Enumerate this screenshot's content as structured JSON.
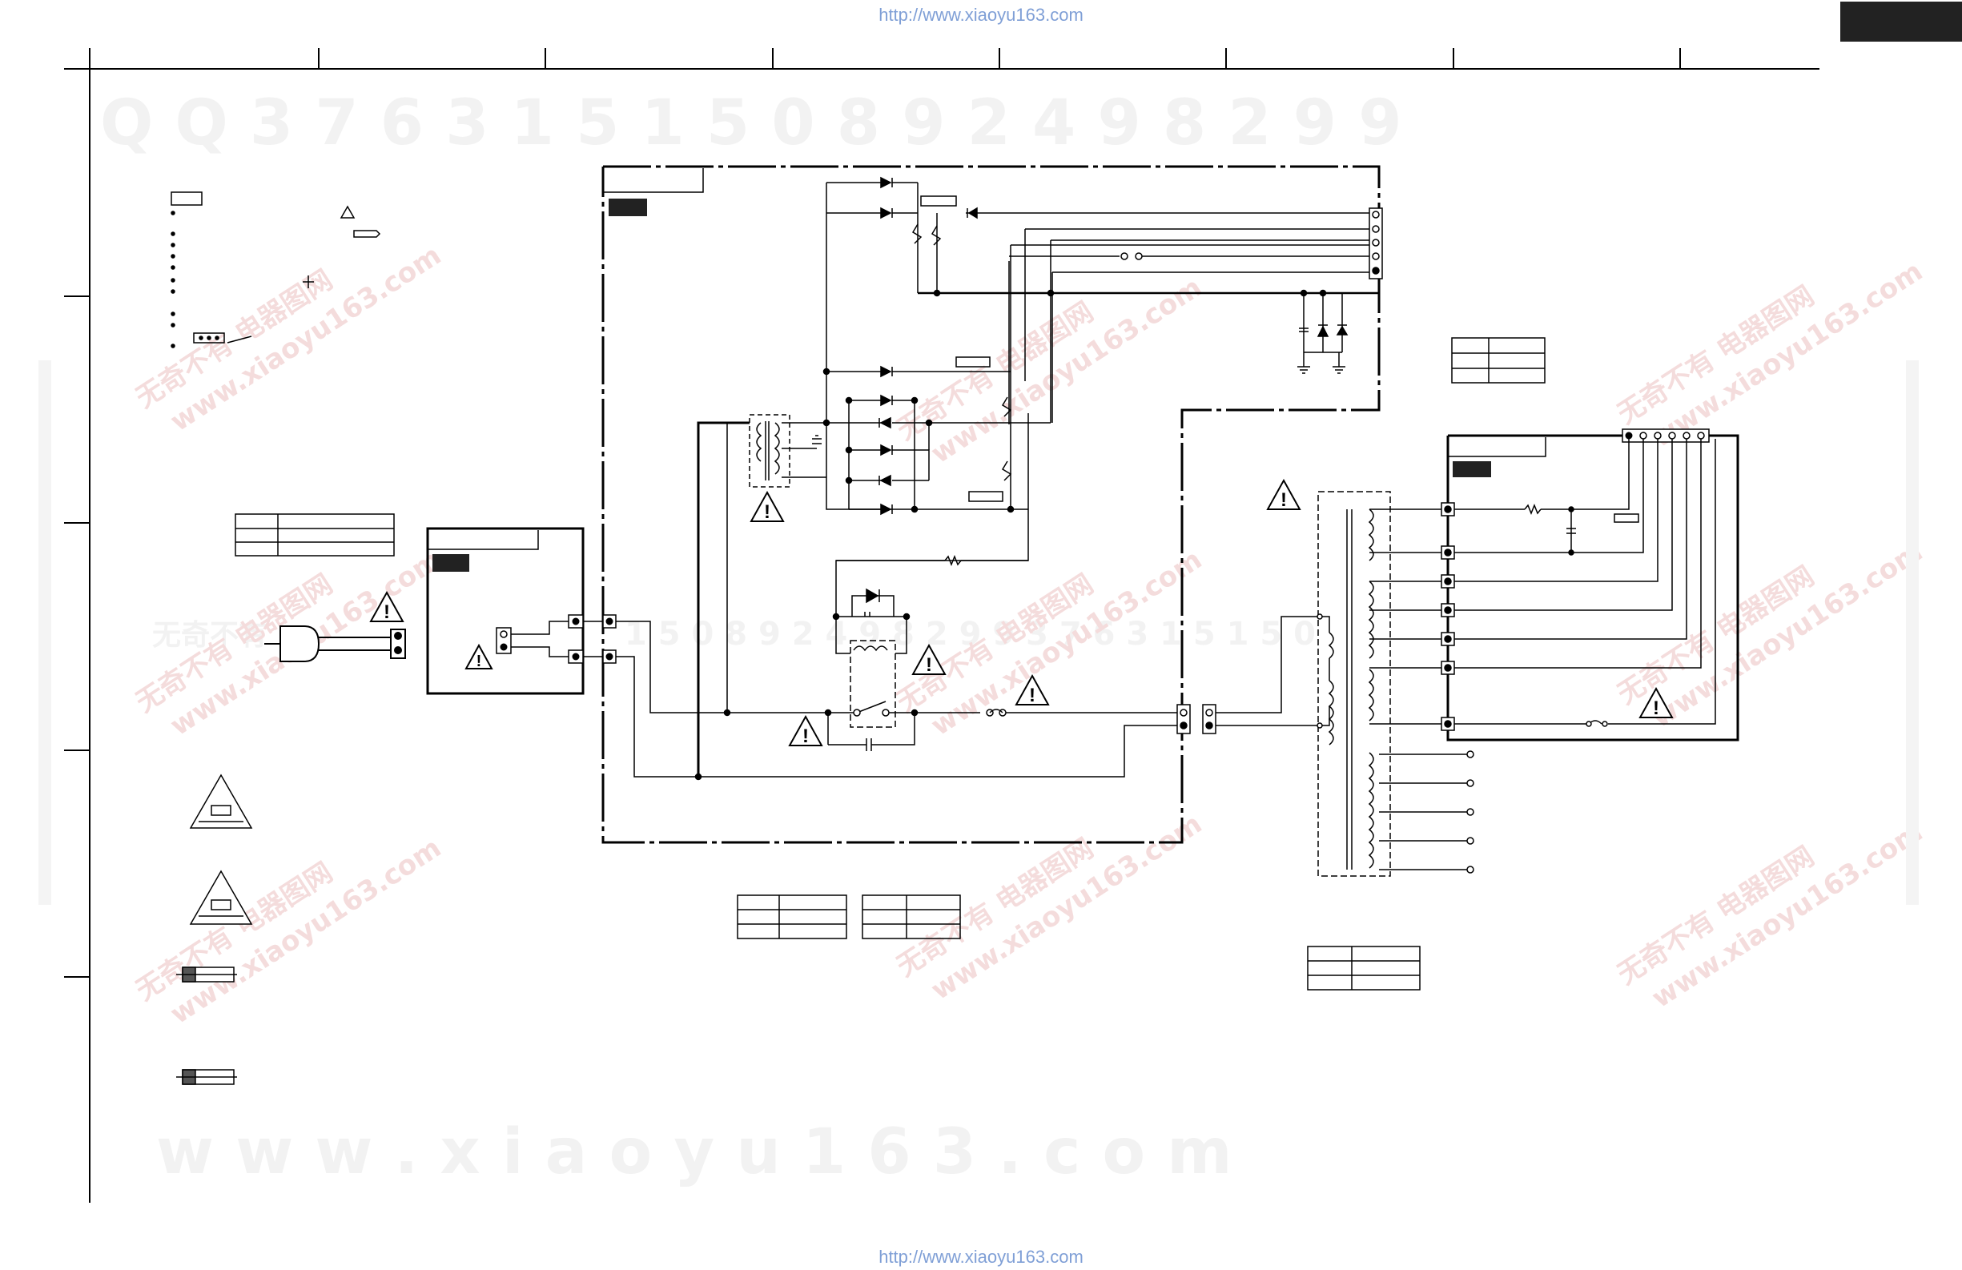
{
  "header": {
    "source_url_top": "http://www.xiaoyu163.com",
    "source_url_bottom": "http://www.xiaoyu163.com",
    "url_color": "#7f9fd6"
  },
  "watermarks": {
    "qq_line": "Q Q   3 7 6 3 1 5 1 5 0         8 9 2 4 9 8 2 9 9",
    "site_line": "w w w . x i a o y u 1 6 3 . c o m",
    "diag_cn": "无奇不有 电器图网",
    "diag_site": "www.xiaoyu163.com",
    "mid_row": "1 5 0   8 9 2 4 9 8 2 9 9   3 7 6 3 1 5 1 5 0",
    "left_brand": "无奇不有"
  },
  "colors": {
    "ink": "#000000",
    "watermark_gray": "#f0f0f0",
    "watermark_pink": "#f3d6d6",
    "label_box": "#222222"
  }
}
